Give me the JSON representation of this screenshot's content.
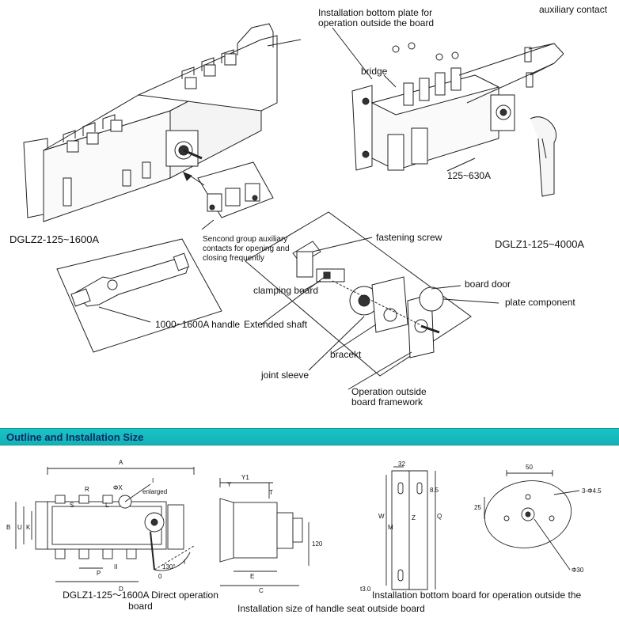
{
  "top": {
    "labels": {
      "install_plate": "Installation bottom plate for operation outside the board",
      "auxiliary_contact": "auxiliary contact",
      "bridge": "bridge",
      "range_125_630": "125~630A",
      "model_dglz2": "DGLZ2-125~1600A",
      "model_dglz1": "DGLZ1-125~4000A",
      "second_group": "Sencond group auxiliary contacts for opening and closing frequently",
      "fastening_screw": "fastening screw",
      "clamping_board": "clamping board",
      "board_door": "board door",
      "plate_component": "plate component",
      "handle_1000_1600": "1000~1600A handle",
      "extended_shaft": "Extended shaft",
      "bracket": "bracekt",
      "joint_sleeve": "joint sleeve",
      "operation_framework": "Operation outside board framework"
    }
  },
  "section": {
    "title": "Outline and Installation Size"
  },
  "bottom": {
    "dims_front": {
      "A": "A",
      "R": "R",
      "X": "ΦX",
      "I": "I",
      "enlarged": "enlarged",
      "B": "B",
      "U": "U",
      "K": "K",
      "S": "S",
      "L": "L",
      "P": "P",
      "D": "D",
      "II": "II",
      "angle": "130°",
      "zero": "0",
      "I2": "I"
    },
    "dims_side": {
      "Y1": "Y1",
      "Y": "Y",
      "T": "T",
      "E": "E",
      "C": "C",
      "h120": "120"
    },
    "dims_plate": {
      "w32": "32",
      "h8_5": "8.5",
      "W": "W",
      "M": "M",
      "Z": "Z",
      "Q": "Q",
      "t3": "t3.0"
    },
    "dims_door": {
      "w50": "50",
      "holes": "3-Φ4.5",
      "h25": "25",
      "d30": "Φ30"
    },
    "captions": {
      "direct_op": "DGLZ1-125～1600A Direct operation board",
      "install_bottom": "Installation bottom board for operation outside the",
      "handle_seat": "Installation size of handle seat outside board"
    }
  }
}
